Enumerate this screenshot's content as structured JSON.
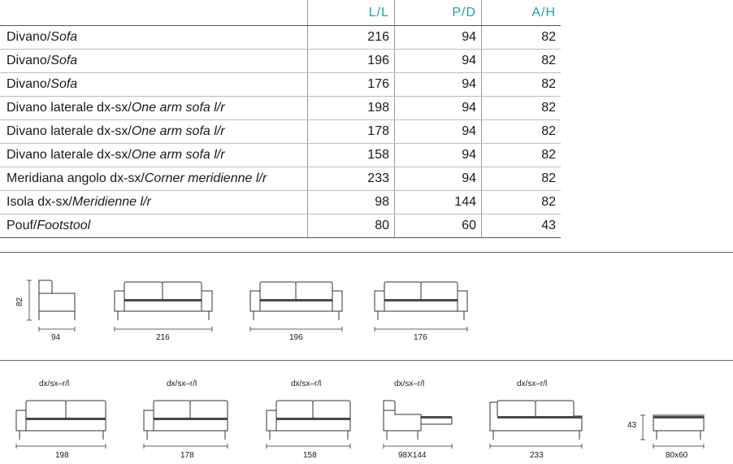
{
  "table": {
    "headers": {
      "l": "L/L",
      "p": "P/D",
      "a": "A/H"
    },
    "rows": [
      {
        "it": "Divano",
        "en": "Sofa",
        "l": "216",
        "p": "94",
        "a": "82"
      },
      {
        "it": "Divano",
        "en": "Sofa",
        "l": "196",
        "p": "94",
        "a": "82"
      },
      {
        "it": "Divano",
        "en": "Sofa",
        "l": "176",
        "p": "94",
        "a": "82"
      },
      {
        "it": "Divano laterale dx-sx",
        "en": "One arm sofa l/r",
        "l": "198",
        "p": "94",
        "a": "82"
      },
      {
        "it": "Divano laterale dx-sx",
        "en": "One arm sofa l/r",
        "l": "178",
        "p": "94",
        "a": "82"
      },
      {
        "it": "Divano laterale dx-sx",
        "en": "One arm sofa l/r",
        "l": "158",
        "p": "94",
        "a": "82"
      },
      {
        "it": "Meridiana angolo dx-sx",
        "en": "Corner meridienne l/r",
        "l": "233",
        "p": "94",
        "a": "82"
      },
      {
        "it": "Isola dx-sx",
        "en": "Meridienne l/r",
        "l": "98",
        "p": "144",
        "a": "82"
      },
      {
        "it": "Pouf",
        "en": "Footstool",
        "l": "80",
        "p": "60",
        "a": "43"
      }
    ]
  },
  "drawings": {
    "row1": {
      "side_height": "82",
      "side_depth": "94",
      "sofas": [
        "216",
        "196",
        "176"
      ]
    },
    "row2": {
      "one_arm": [
        {
          "tag": "dx/sx–r/l",
          "width": "198"
        },
        {
          "tag": "dx/sx–r/l",
          "width": "178"
        },
        {
          "tag": "dx/sx–r/l",
          "width": "158"
        }
      ],
      "meridienne": {
        "tag": "dx/sx–r/l",
        "size": "98X144"
      },
      "corner": {
        "tag": "dx/sx–r/l",
        "width": "233"
      },
      "pouf": {
        "height": "43",
        "size": "80x60"
      }
    }
  }
}
